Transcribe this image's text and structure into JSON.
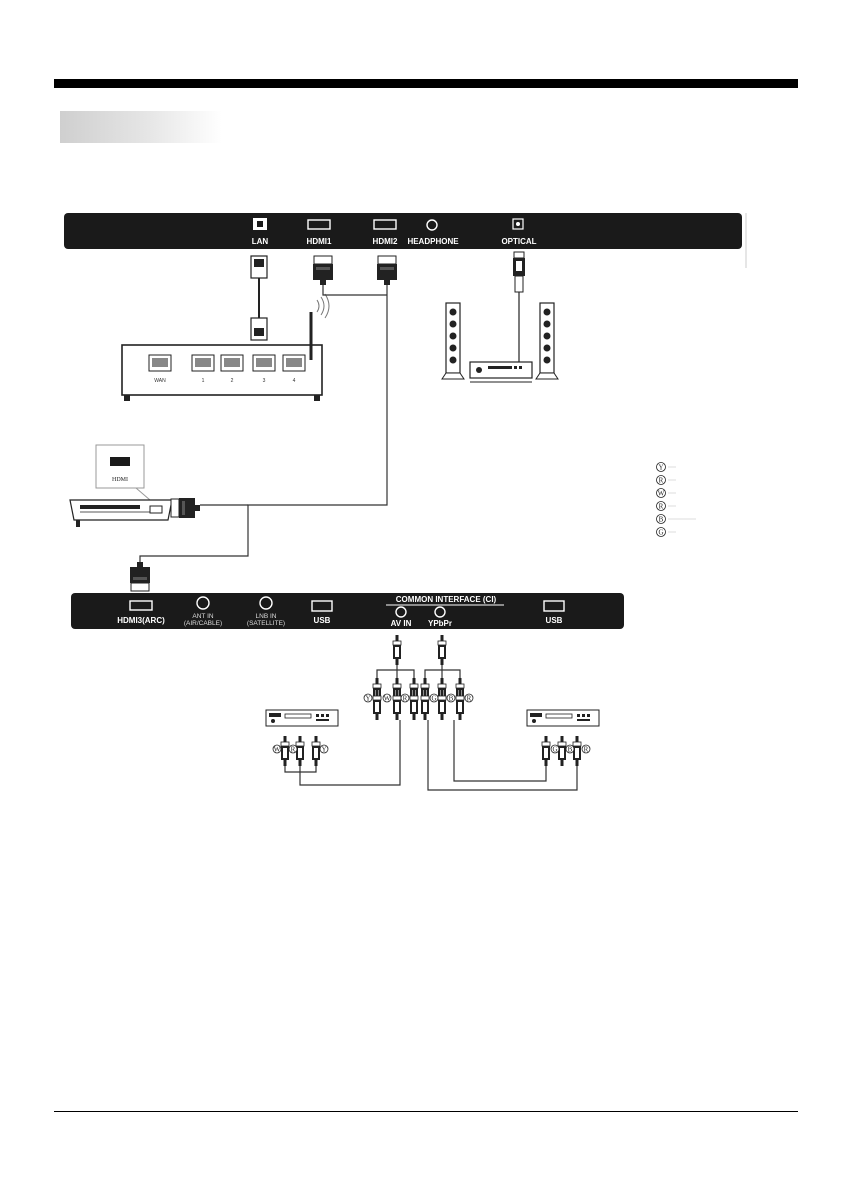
{
  "top_panel": {
    "ports": {
      "lan": "LAN",
      "hdmi1": "HDMI1",
      "hdmi2": "HDMI2",
      "headphone": "HEADPHONE",
      "optical": "OPTICAL"
    }
  },
  "router": {
    "ports": [
      "WAN",
      "1",
      "2",
      "3",
      "4"
    ]
  },
  "source_device": {
    "label": "HDMI"
  },
  "bottom_panel": {
    "ports": {
      "hdmi3": "HDMI3(ARC)",
      "ant_in": "ANT IN",
      "ant_in_sub": "(AIR/CABLE)",
      "lnb_in": "LNB IN",
      "lnb_in_sub": "(SATELLITE)",
      "usb_left": "USB",
      "common_interface": "COMMON INTERFACE (CI)",
      "av_in": "AV IN",
      "ypbpr": "YPbPr",
      "usb_right": "USB"
    }
  },
  "legend": {
    "letters": [
      "Y",
      "R",
      "W",
      "R",
      "B",
      "G"
    ]
  },
  "cable_letters": {
    "av_group": [
      "Y",
      "W",
      "R"
    ],
    "component_group": [
      "G",
      "B",
      "R"
    ],
    "left_player": [
      "W",
      "R",
      "Y"
    ],
    "right_player": [
      "G",
      "B",
      "R"
    ]
  },
  "colors": {
    "panel": "#1a1a1a",
    "port_face": "#ffffff",
    "cable": "#333333"
  }
}
